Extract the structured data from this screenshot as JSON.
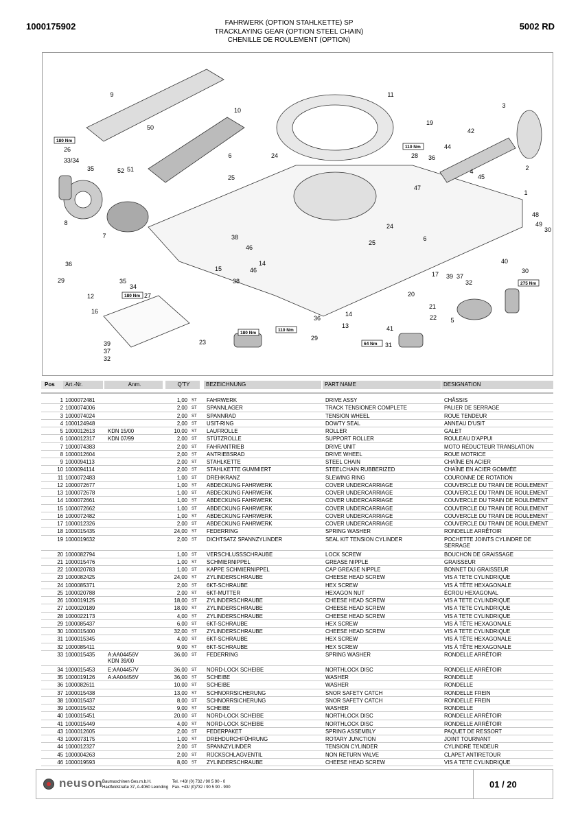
{
  "header": {
    "doc_number": "1000175902",
    "title_de": "FAHRWERK (OPTION STAHLKETTE) SP",
    "title_en": "TRACKLAYING GEAR (OPTION STEEL CHAIN)",
    "title_fr": "CHENILLE DE ROULEMENT (OPTION)",
    "model": "5002 RD"
  },
  "diagram": {
    "callouts": [
      "9",
      "10",
      "50",
      "11",
      "3",
      "19",
      "42",
      "44",
      "2",
      "28",
      "36",
      "4",
      "45",
      "47",
      "1",
      "26",
      "33/34",
      "35",
      "52",
      "51",
      "6",
      "24",
      "25",
      "8",
      "7",
      "38",
      "46",
      "14",
      "15",
      "46",
      "38",
      "24",
      "25",
      "6",
      "48",
      "49",
      "30",
      "36",
      "29",
      "35",
      "34",
      "27",
      "12",
      "17",
      "39",
      "37",
      "32",
      "40",
      "30",
      "20",
      "21",
      "22",
      "16",
      "5",
      "36",
      "14",
      "13",
      "41",
      "39",
      "37",
      "32",
      "23",
      "29",
      "31"
    ],
    "torques": [
      "180 Nm",
      "110 Nm",
      "180 Nm",
      "180 Nm",
      "110 Nm",
      "64 Nm",
      "275 Nm"
    ]
  },
  "table": {
    "headers": {
      "pos": "Pos",
      "art": "Art.-Nr.",
      "anm": "Anm.",
      "qty": "Q'TY",
      "bez": "BEZEICHNUNG",
      "pn": "PART NAME",
      "des": "DESIGNATION"
    },
    "rows": [
      {
        "pos": "1",
        "art": "1000072481",
        "anm": "",
        "qty": "1,00",
        "unit": "ST",
        "bez": "FAHRWERK",
        "pn": "DRIVE ASSY",
        "des": "CHÂSSIS"
      },
      {
        "pos": "2",
        "art": "1000074006",
        "anm": "",
        "qty": "2,00",
        "unit": "ST",
        "bez": "SPANNLAGER",
        "pn": "TRACK TENSIONER COMPLETE",
        "des": "PALIER DE SERRAGE"
      },
      {
        "pos": "3",
        "art": "1000074024",
        "anm": "",
        "qty": "2,00",
        "unit": "ST",
        "bez": "SPANNRAD",
        "pn": "TENSION WHEEL",
        "des": "ROUE TENDEUR"
      },
      {
        "pos": "4",
        "art": "1000124948",
        "anm": "",
        "qty": "2,00",
        "unit": "ST",
        "bez": "USIT-RING",
        "pn": "DOWTY SEAL",
        "des": "ANNEAU D'USIT"
      },
      {
        "pos": "5",
        "art": "1000012613",
        "anm": "KDN 15/00",
        "qty": "10,00",
        "unit": "ST",
        "bez": "LAUFROLLE",
        "pn": "ROLLER",
        "des": "GALET"
      },
      {
        "pos": "6",
        "art": "1000012317",
        "anm": "KDN 07/99",
        "qty": "2,00",
        "unit": "ST",
        "bez": "STÜTZROLLE",
        "pn": "SUPPORT ROLLER",
        "des": "ROULEAU D'APPUI"
      },
      {
        "pos": "7",
        "art": "1000074383",
        "anm": "",
        "qty": "2,00",
        "unit": "ST",
        "bez": "FAHRANTRIEB",
        "pn": "DRIVE UNIT",
        "des": "MOTO RÉDUCTEUR TRANSLATION"
      },
      {
        "pos": "8",
        "art": "1000012604",
        "anm": "",
        "qty": "2,00",
        "unit": "ST",
        "bez": "ANTRIEBSRAD",
        "pn": "DRIVE WHEEL",
        "des": "ROUE MOTRICE"
      },
      {
        "pos": "9",
        "art": "1000094113",
        "anm": "",
        "qty": "2,00",
        "unit": "ST",
        "bez": "STAHLKETTE",
        "pn": "STEEL CHAIN",
        "des": "CHAÎNE EN ACIER"
      },
      {
        "pos": "10",
        "art": "1000094114",
        "anm": "",
        "qty": "2,00",
        "unit": "ST",
        "bez": "STAHLKETTE GUMMIERT",
        "pn": "STEELCHAIN RUBBERIZED",
        "des": "CHAÎNE EN ACIER GOMMÉE"
      },
      {
        "pos": "11",
        "art": "1000072483",
        "anm": "",
        "qty": "1,00",
        "unit": "ST",
        "bez": "DREHKRANZ",
        "pn": "SLEWING RING",
        "des": "COURONNE DE ROTATION"
      },
      {
        "pos": "12",
        "art": "1000072677",
        "anm": "",
        "qty": "1,00",
        "unit": "ST",
        "bez": "ABDECKUNG FAHRWERK",
        "pn": "COVER UNDERCARRIAGE",
        "des": "COUVERCLE DU TRAIN DE ROULEMENT"
      },
      {
        "pos": "13",
        "art": "1000072678",
        "anm": "",
        "qty": "1,00",
        "unit": "ST",
        "bez": "ABDECKUNG FAHRWERK",
        "pn": "COVER UNDERCARRIAGE",
        "des": "COUVERCLE DU TRAIN DE ROULEMENT"
      },
      {
        "pos": "14",
        "art": "1000072661",
        "anm": "",
        "qty": "1,00",
        "unit": "ST",
        "bez": "ABDECKUNG FAHRWERK",
        "pn": "COVER UNDERCARRIAGE",
        "des": "COUVERCLE DU TRAIN DE ROULEMENT"
      },
      {
        "pos": "15",
        "art": "1000072662",
        "anm": "",
        "qty": "1,00",
        "unit": "ST",
        "bez": "ABDECKUNG FAHRWERK",
        "pn": "COVER UNDERCARRIAGE",
        "des": "COUVERCLE DU TRAIN DE ROULEMENT"
      },
      {
        "pos": "16",
        "art": "1000072482",
        "anm": "",
        "qty": "1,00",
        "unit": "ST",
        "bez": "ABDECKUNG FAHRWERK",
        "pn": "COVER UNDERCARRIAGE",
        "des": "COUVERCLE DU TRAIN DE ROULEMENT"
      },
      {
        "pos": "17",
        "art": "1000012326",
        "anm": "",
        "qty": "2,00",
        "unit": "ST",
        "bez": "ABDECKUNG FAHRWERK",
        "pn": "COVER UNDERCARRIAGE",
        "des": "COUVERCLE DU TRAIN DE ROULEMENT"
      },
      {
        "pos": "18",
        "art": "1000015435",
        "anm": "",
        "qty": "24,00",
        "unit": "ST",
        "bez": "FEDERRING",
        "pn": "SPRING WASHER",
        "des": "RONDELLE ARRÊTOIR"
      },
      {
        "pos": "19",
        "art": "1000019632",
        "anm": "",
        "qty": "2,00",
        "unit": "ST",
        "bez": "DICHTSATZ SPANNZYLINDER",
        "pn": "SEAL KIT TENSION CYLINDER",
        "des": "POCHETTE JOINTS CYLINDRE DE SERRAGE"
      },
      {
        "pos": "20",
        "art": "1000082794",
        "anm": "",
        "qty": "1,00",
        "unit": "ST",
        "bez": "VERSCHLUSSSCHRAUBE",
        "pn": "LOCK SCREW",
        "des": "BOUCHON DE GRAISSAGE"
      },
      {
        "pos": "21",
        "art": "1000015476",
        "anm": "",
        "qty": "1,00",
        "unit": "ST",
        "bez": "SCHMIERNIPPEL",
        "pn": "GREASE NIPPLE",
        "des": "GRAISSEUR"
      },
      {
        "pos": "22",
        "art": "1000020783",
        "anm": "",
        "qty": "1,00",
        "unit": "ST",
        "bez": "KAPPE SCHMIERNIPPEL",
        "pn": "CAP GREASE NIPPLE",
        "des": "BONNET DU GRAISSEUR"
      },
      {
        "pos": "23",
        "art": "1000082425",
        "anm": "",
        "qty": "24,00",
        "unit": "ST",
        "bez": "ZYLINDERSCHRAUBE",
        "pn": "CHEESE HEAD SCREW",
        "des": "VIS A TETE CYLINDRIQUE"
      },
      {
        "pos": "24",
        "art": "1000085371",
        "anm": "",
        "qty": "2,00",
        "unit": "ST",
        "bez": "6KT-SCHRAUBE",
        "pn": "HEX SCREW",
        "des": "VIS À TÊTE HEXAGONALE"
      },
      {
        "pos": "25",
        "art": "1000020788",
        "anm": "",
        "qty": "2,00",
        "unit": "ST",
        "bez": "6KT-MUTTER",
        "pn": "HEXAGON NUT",
        "des": "ÉCROU HEXAGONAL"
      },
      {
        "pos": "26",
        "art": "1000019125",
        "anm": "",
        "qty": "18,00",
        "unit": "ST",
        "bez": "ZYLINDERSCHRAUBE",
        "pn": "CHEESE HEAD SCREW",
        "des": "VIS A TETE CYLINDRIQUE"
      },
      {
        "pos": "27",
        "art": "1000020189",
        "anm": "",
        "qty": "18,00",
        "unit": "ST",
        "bez": "ZYLINDERSCHRAUBE",
        "pn": "CHEESE HEAD SCREW",
        "des": "VIS A TETE CYLINDRIQUE"
      },
      {
        "pos": "28",
        "art": "1000022173",
        "anm": "",
        "qty": "4,00",
        "unit": "ST",
        "bez": "ZYLINDERSCHRAUBE",
        "pn": "CHEESE HEAD SCREW",
        "des": "VIS A TETE CYLINDRIQUE"
      },
      {
        "pos": "29",
        "art": "1000085437",
        "anm": "",
        "qty": "6,00",
        "unit": "ST",
        "bez": "6KT-SCHRAUBE",
        "pn": "HEX SCREW",
        "des": "VIS À TÊTE HEXAGONALE"
      },
      {
        "pos": "30",
        "art": "1000015400",
        "anm": "",
        "qty": "32,00",
        "unit": "ST",
        "bez": "ZYLINDERSCHRAUBE",
        "pn": "CHEESE HEAD SCREW",
        "des": "VIS A TETE CYLINDRIQUE"
      },
      {
        "pos": "31",
        "art": "1000015345",
        "anm": "",
        "qty": "4,00",
        "unit": "ST",
        "bez": "6KT-SCHRAUBE",
        "pn": "HEX SCREW",
        "des": "VIS À TÊTE HEXAGONALE"
      },
      {
        "pos": "32",
        "art": "1000085411",
        "anm": "",
        "qty": "9,00",
        "unit": "ST",
        "bez": "6KT-SCHRAUBE",
        "pn": "HEX SCREW",
        "des": "VIS À TÊTE HEXAGONALE"
      },
      {
        "pos": "33",
        "art": "1000015435",
        "anm": "A:AA04456V KDN 39/00",
        "qty": "36,00",
        "unit": "ST",
        "bez": "FEDERRING",
        "pn": "SPRING WASHER",
        "des": "RONDELLE ARRÊTOIR"
      },
      {
        "pos": "34",
        "art": "1000015453",
        "anm": "E:AA04457V",
        "qty": "36,00",
        "unit": "ST",
        "bez": "NORD-LOCK SCHEIBE",
        "pn": "NORTHLOCK DISC",
        "des": "RONDELLE ARRÊTOIR"
      },
      {
        "pos": "35",
        "art": "1000019126",
        "anm": "A:AA04456V",
        "qty": "36,00",
        "unit": "ST",
        "bez": "SCHEIBE",
        "pn": "WASHER",
        "des": "RONDELLE"
      },
      {
        "pos": "36",
        "art": "1000082611",
        "anm": "",
        "qty": "10,00",
        "unit": "ST",
        "bez": "SCHEIBE",
        "pn": "WASHER",
        "des": "RONDELLE"
      },
      {
        "pos": "37",
        "art": "1000015438",
        "anm": "",
        "qty": "13,00",
        "unit": "ST",
        "bez": "SCHNORRSICHERUNG",
        "pn": "SNOR SAFETY CATCH",
        "des": "RONDELLE FREIN"
      },
      {
        "pos": "38",
        "art": "1000015437",
        "anm": "",
        "qty": "8,00",
        "unit": "ST",
        "bez": "SCHNORRSICHERUNG",
        "pn": "SNOR SAFETY CATCH",
        "des": "RONDELLE FREIN"
      },
      {
        "pos": "39",
        "art": "1000015432",
        "anm": "",
        "qty": "9,00",
        "unit": "ST",
        "bez": "SCHEIBE",
        "pn": "WASHER",
        "des": "RONDELLE"
      },
      {
        "pos": "40",
        "art": "1000015451",
        "anm": "",
        "qty": "20,00",
        "unit": "ST",
        "bez": "NORD-LOCK SCHEIBE",
        "pn": "NORTHLOCK DISC",
        "des": "RONDELLE ARRÊTOIR"
      },
      {
        "pos": "41",
        "art": "1000015449",
        "anm": "",
        "qty": "4,00",
        "unit": "ST",
        "bez": "NORD-LOCK SCHEIBE",
        "pn": "NORTHLOCK DISC",
        "des": "RONDELLE ARRÊTOIR"
      },
      {
        "pos": "43",
        "art": "1000012605",
        "anm": "",
        "qty": "2,00",
        "unit": "ST",
        "bez": "FEDERPAKET",
        "pn": "SPRING ASSEMBLY",
        "des": "PAQUET DE RESSORT"
      },
      {
        "pos": "43",
        "art": "1000073175",
        "anm": "",
        "qty": "1,00",
        "unit": "ST",
        "bez": "DREHDURCHFÜHRUNG",
        "pn": "ROTARY JUNCTION",
        "des": "JOINT TOURNANT"
      },
      {
        "pos": "44",
        "art": "1000012327",
        "anm": "",
        "qty": "2,00",
        "unit": "ST",
        "bez": "SPANNZYLINDER",
        "pn": "TENSION CYLINDER",
        "des": "CYLINDRE TENDEUR"
      },
      {
        "pos": "45",
        "art": "1000004263",
        "anm": "",
        "qty": "2,00",
        "unit": "ST",
        "bez": "RÜCKSCHLAGVENTIL",
        "pn": "NON RETURN VALVE",
        "des": "CLAPET ANTIRETOUR"
      },
      {
        "pos": "46",
        "art": "1000019593",
        "anm": "",
        "qty": "8,00",
        "unit": "ST",
        "bez": "ZYLINDERSCHRAUBE",
        "pn": "CHEESE HEAD SCREW",
        "des": "VIS A TETE CYLINDRIQUE"
      }
    ]
  },
  "footer": {
    "brand": "neuson",
    "company_line1": "Baumaschinen Ges.m.b.H.",
    "company_line2": "Haidfeldstraße 37, A-4060 Leonding",
    "tel": "Tel. +43/ (0) 732 / 90 5 90 - 0",
    "fax": "Fax. +43/ (0)732 / 90 5 90 - 900",
    "page": "01 / 20"
  }
}
